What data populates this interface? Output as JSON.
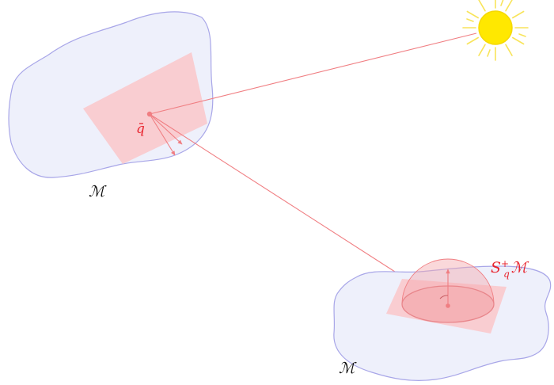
{
  "labels": {
    "point_q": "q̄",
    "manifold_top": "ℳ",
    "manifold_bottom": "ℳ",
    "hemisphere_base": "S",
    "hemisphere_sup": "+",
    "hemisphere_sub": "q",
    "hemisphere_tail": "ℳ"
  },
  "colors": {
    "manifold_fill": "#eef0fb",
    "manifold_stroke": "#a8a6e8",
    "tangent_plane": "#f9c9cc",
    "ray": "#f07e82",
    "accent_red": "#e8252f",
    "sun_fill": "#ffe800",
    "sun_stroke": "#f5d800",
    "sun_rays": "#f8e45a",
    "hemisphere_fill": "#f4a9ad",
    "label_black": "#111111"
  },
  "icons": {
    "sun": "sun-icon"
  }
}
